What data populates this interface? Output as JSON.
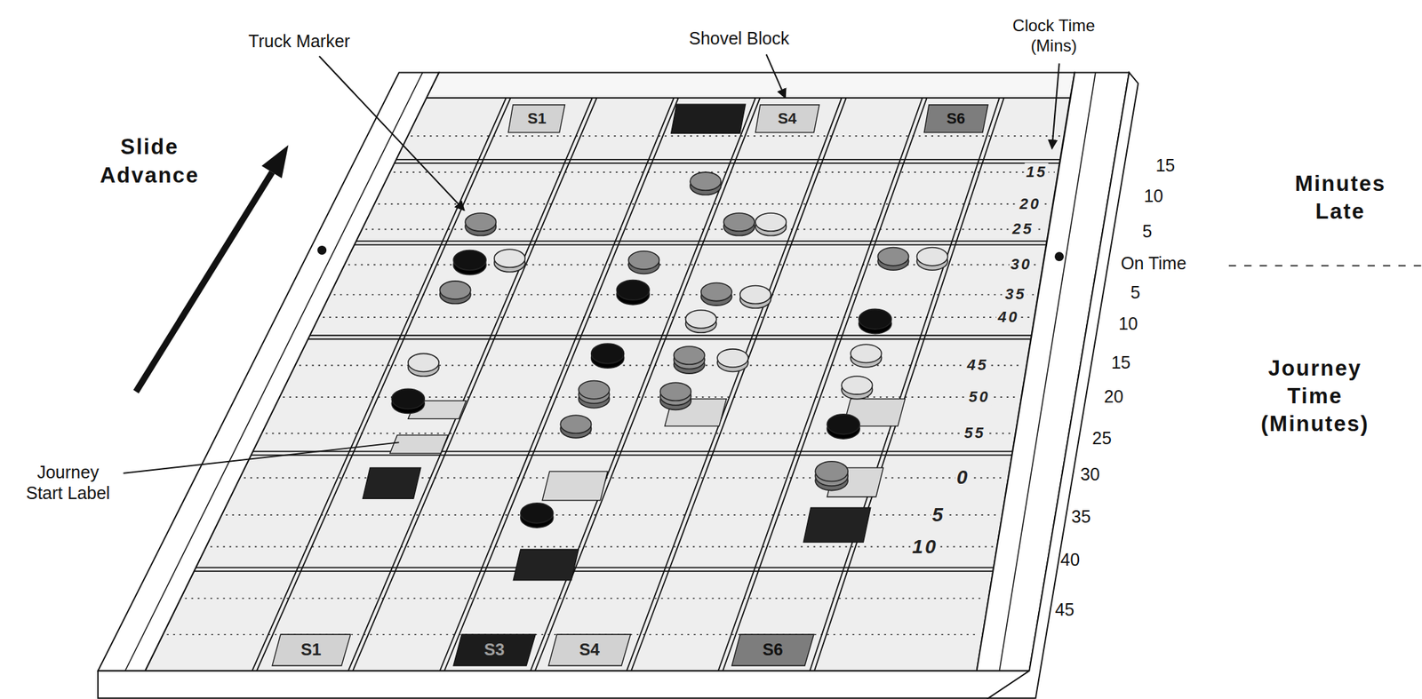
{
  "diagram": {
    "nodes": [
      {
        "text": [
          "S1"
        ]
      },
      {
        "text": [
          "S4"
        ]
      },
      {
        "text": [
          "S6"
        ]
      },
      {
        "text": [
          "S1"
        ]
      },
      {
        "text": [
          "S3"
        ]
      },
      {
        "text": [
          "S4"
        ]
      },
      {
        "text": [
          "S6"
        ]
      }
    ],
    "labels": [
      "Truck Marker",
      "Shovel Block",
      "Clock Time (Mins)",
      "Slide Advance",
      "Minutes Late",
      "Journey Time (Minutes)",
      "Journey Start Label",
      "15",
      "20",
      "25",
      "30",
      "35",
      "40",
      "45",
      "50",
      "55",
      "0",
      "5",
      "10",
      "15",
      "10",
      "5",
      "On Time",
      "5",
      "10",
      "15",
      "20",
      "25",
      "30",
      "35",
      "40",
      "45"
    ]
  }
}
